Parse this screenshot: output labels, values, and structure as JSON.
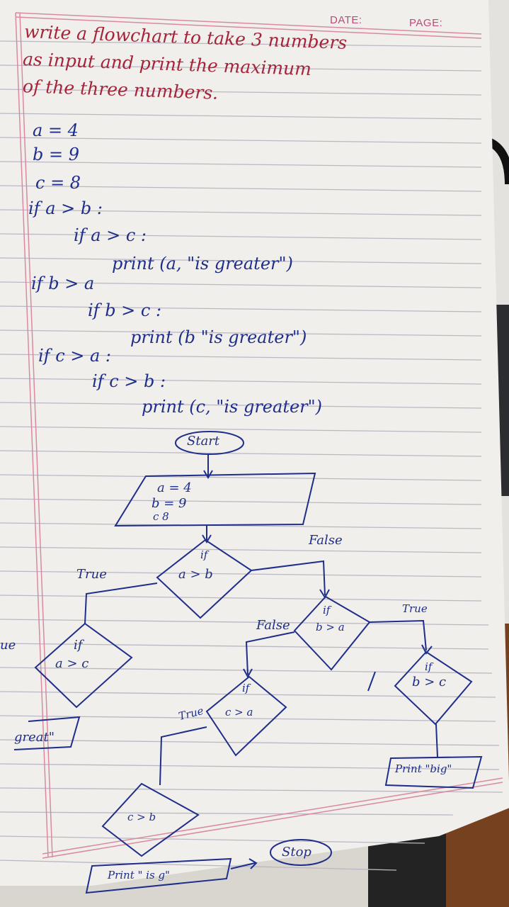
{
  "header": {
    "date_label": "DATE:",
    "page_label": "PAGE:"
  },
  "question": {
    "line1": "write a flowchart to take 3 numbers",
    "line2": "as input  and  print  the  maximum",
    "line3": "of    the  three  numbers."
  },
  "code": {
    "a": "a = 4",
    "b": "b = 9",
    "c": "c = 8",
    "l1": "if    a > b :",
    "l2": "if    a > c :",
    "l3": "print (a, \"is greater\")",
    "l4": "if    b > a",
    "l5": "if   b > c :",
    "l6": "print (b \"is greater\")",
    "l7": "if    c > a :",
    "l8": "if   c > b :",
    "l9": "print  (c, \"is  greater\")"
  },
  "flow": {
    "start": "Start",
    "in_a": "a =   4",
    "in_b": "b = 9",
    "in_c": "c   8",
    "d1_if": "if",
    "d1_cond": "a > b",
    "false1": "False",
    "true1": "True",
    "d2_if": "if",
    "d2_cond": "b > a",
    "false2": "False",
    "true2": "True",
    "d3_if": "if",
    "d3_cond": "a > c",
    "d4_if": "if",
    "d4_cond": "b > c",
    "d5_if": "if",
    "d5_cond": "c > a",
    "true5": "True",
    "d6_cond": "c > b",
    "print_left": "great\"",
    "print_b": "Print \"big\"",
    "print_c": "Print \"  is g\"",
    "stop": "Stop",
    "true_left": "ue"
  },
  "colors": {
    "paper": "#f1efec",
    "rule": "#b9b7c3",
    "margin": "#d98aa0",
    "blue_ink": "#1e2e8a",
    "red_ink": "#a5243a"
  }
}
